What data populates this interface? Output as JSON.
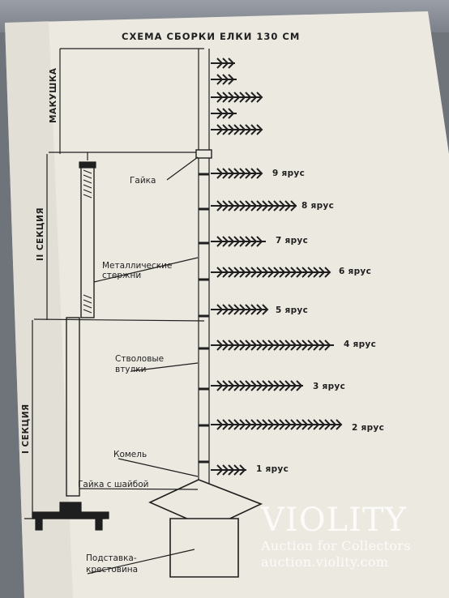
{
  "title": "СХЕМА СБОРКИ ЕЛКИ 130 СМ",
  "sections": {
    "top": "МАКУШКА",
    "second": "II СЕКЦИЯ",
    "first": "I СЕКЦИЯ"
  },
  "labels": {
    "nut": "Гайка",
    "rods_line1": "Металлические",
    "rods_line2": "стержни",
    "bushings_line1": "Стволовые",
    "bushings_line2": "втулки",
    "butt": "Комель",
    "nut_washer": "Гайка с шайбой",
    "stand_line1": "Подставка-",
    "stand_line2": "крестовина"
  },
  "tiers": [
    {
      "label": "9 ярус"
    },
    {
      "label": "8 ярус"
    },
    {
      "label": "7 ярус"
    },
    {
      "label": "6 ярус"
    },
    {
      "label": "5 ярус"
    },
    {
      "label": "4 ярус"
    },
    {
      "label": "3 ярус"
    },
    {
      "label": "2 ярус"
    },
    {
      "label": "1 ярус"
    }
  ],
  "watermark": {
    "name": "VIOLITY",
    "tagline": "Auction for Collectors",
    "url": "auction.violity.com"
  },
  "colors": {
    "paper": "#ece9e1",
    "ink": "#1f1f1f",
    "background": "#6f747b"
  }
}
